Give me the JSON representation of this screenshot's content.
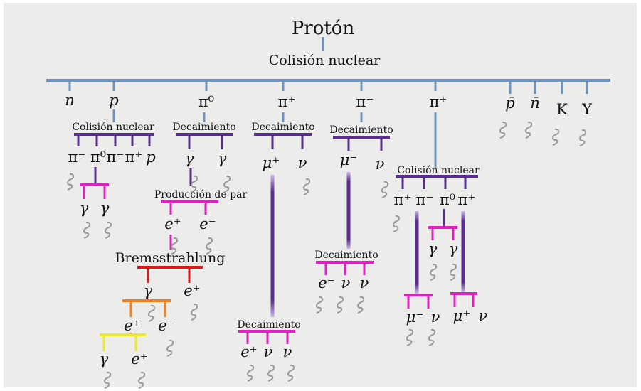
{
  "title": "Protón",
  "collision": "Colisión nuclear",
  "colors": {
    "background": "#ececea",
    "blue": "#6f93bf",
    "purple": "#5a2e8e",
    "magenta": "#e020c0",
    "red": "#e01818",
    "orange": "#f08020",
    "yellow": "#eaea28",
    "wave": "#999999"
  },
  "primary": [
    "n",
    "p",
    "π⁰",
    "π⁺",
    "π⁻",
    "π⁺",
    "p̄",
    "n̄",
    "K",
    "Y"
  ],
  "branches": {
    "p": {
      "process": "Colisión nuclear",
      "products": [
        "π⁻",
        "π⁰",
        "π⁻",
        "π⁺",
        "p"
      ],
      "pi0_decay": [
        "γ",
        "γ"
      ]
    },
    "pi0": {
      "process": "Decaimiento",
      "products": [
        "γ",
        "γ"
      ],
      "pair": {
        "process": "Producción de par",
        "products": [
          "e⁺",
          "e⁻"
        ]
      },
      "brems1": {
        "process": "Bremsstrahlung",
        "products": [
          "γ",
          "e⁺"
        ]
      },
      "pair2": {
        "products": [
          "e⁺",
          "e⁻"
        ]
      },
      "brems2": {
        "products": [
          "γ",
          "e⁺"
        ]
      }
    },
    "pi_plus": {
      "process": "Decaimiento",
      "products": [
        "μ⁺",
        "ν"
      ],
      "mu_decay": {
        "process": "Decaimiento",
        "products": [
          "e⁺",
          "ν",
          "ν"
        ]
      }
    },
    "pi_minus": {
      "process": "Decaimiento",
      "products": [
        "μ⁻",
        "ν"
      ],
      "mu_decay": {
        "process": "Decaimiento",
        "products": [
          "e⁻",
          "ν",
          "ν"
        ]
      }
    },
    "pi_plus_2": {
      "process": "Colisión nuclear",
      "products": [
        "π⁺",
        "π⁻",
        "π⁰",
        "π⁺"
      ],
      "pi0_decay": [
        "γ",
        "γ"
      ],
      "pi_minus_decay": [
        "μ⁻",
        "ν"
      ],
      "pi_plus_decay": [
        "μ⁺",
        "ν"
      ]
    }
  }
}
